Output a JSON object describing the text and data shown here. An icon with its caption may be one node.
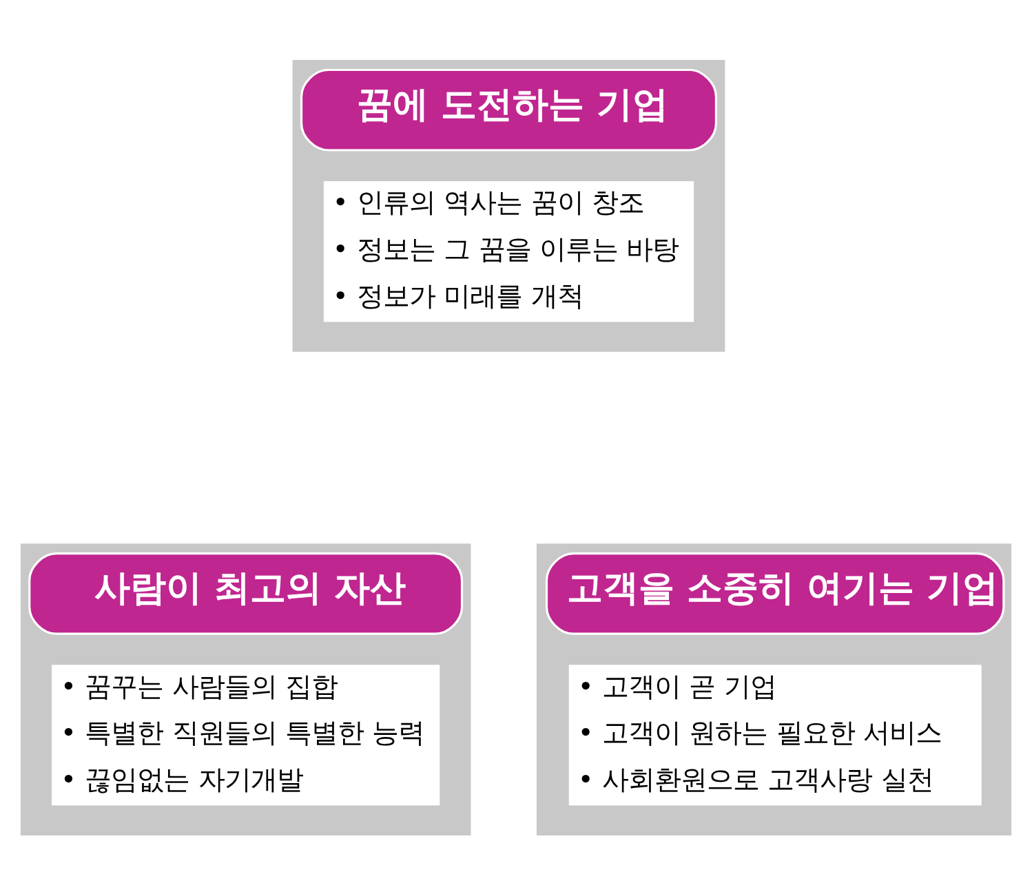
{
  "diagram": {
    "nodes": [
      {
        "text": [
          "꿈에 도전하는 기업",
          "• 인류의 역사는 꿈이 창조",
          "• 정보는 그 꿈을 이루는 바탕",
          "• 정보가 미래를 개척"
        ]
      },
      {
        "text": [
          "사람이 최고의 자산",
          "• 꿈꾸는 사람들의 집합",
          "• 특별한 직원들의 특별한 능력",
          "• 끊임없는 자기개발"
        ]
      },
      {
        "text": [
          "고객을 소중히 여기는 기업",
          "• 고객이 곧 기업",
          "• 고객이 원하는 필요한 서비스",
          "• 사회환원으로 고객사랑 실천"
        ]
      }
    ]
  }
}
